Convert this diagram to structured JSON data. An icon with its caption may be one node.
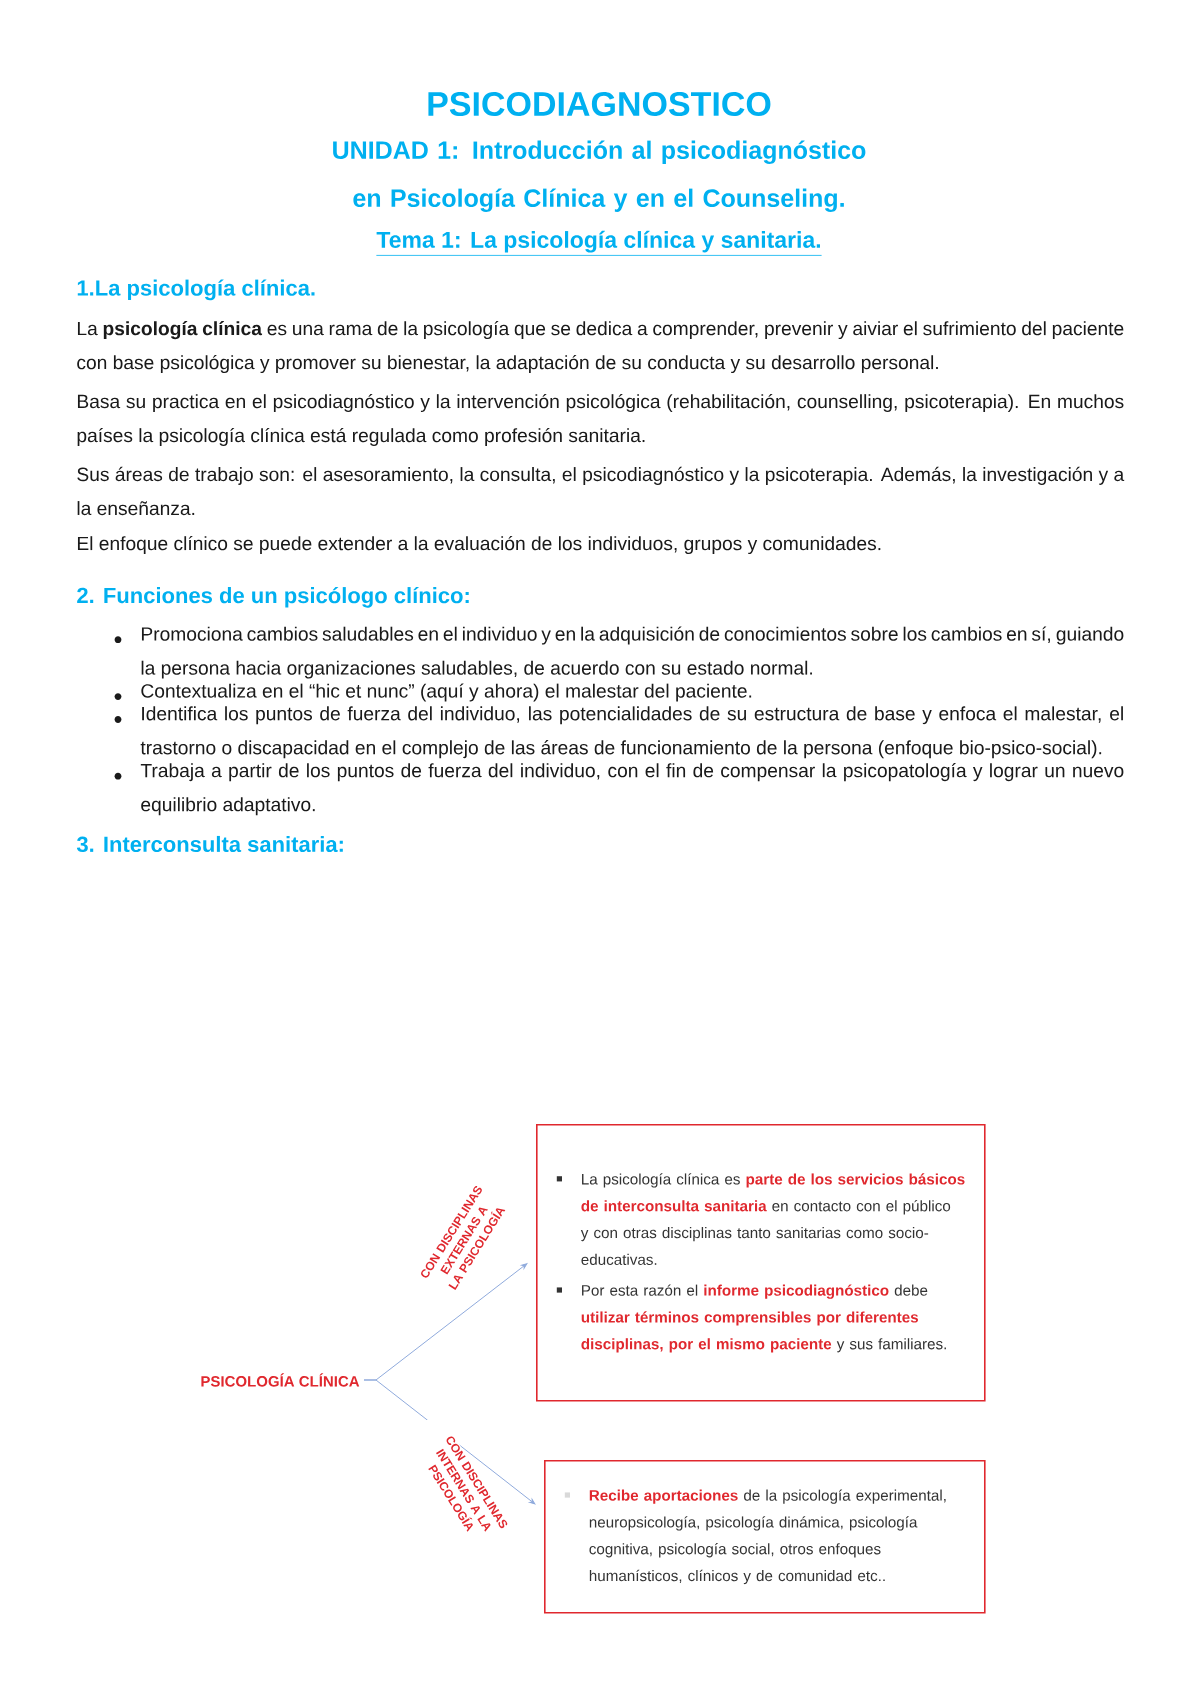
{
  "diagram": {
    "title": "PSICODIAGNOSTICO",
    "nodes": [
      {
        "text": [
          "PSICOLOGÍA CLÍNICA"
        ]
      },
      {
        "text": [
          "La psicología clínica es **parte de los servicios básicos de interconsulta sanitaria** en contacto con el público y con otras disciplinas tanto sanitarias como socio-educativas.",
          "Por esta razón el **informe psicodiagnóstico** debe **utilizar términos comprensibles por diferentes disciplinas, por el mismo paciente** y sus familiares."
        ]
      },
      {
        "text": [
          "**Recibe aportaciones** de la psicología experimental, neuropsicología, psicología dinámica, psicología cognitiva, psicología social, otros enfoques humanísticos, clínicos y de comunidad etc.."
        ]
      }
    ],
    "edges": [
      {
        "from": 0,
        "to": 1,
        "arrow": "to",
        "label": "CON DISCIPLINAS EXTERNAS A LA PSICOLOGÍA"
      },
      {
        "from": 0,
        "to": 2,
        "arrow": "to",
        "label": "CON DISCIPLINAS INTERNAS A LA PSICOLOGÍA"
      }
    ],
    "labels": [
      "UNIDAD 1: Introducción al psicodiagnóstico en Psicología Clínica y en el Counseling.",
      "Tema 1: La psicología clínica y sanitaria.",
      "1.La psicología clínica.",
      "La **psicología clínica** es una rama de la psicología que se dedica a comprender, prevenir y aiviar el sufrimiento del paciente con base psicológica y promover su bienestar, la adaptación de su conducta y su desarrollo personal.",
      "Basa su practica en el psicodiagnóstico y la intervención psicológica (rehabilitación, counselling, psicoterapia). En muchos países la psicología clínica está regulada como profesión sanitaria.",
      "Sus áreas de trabajo son: el asesoramiento, la consulta, el psicodiagnóstico y la psicoterapia. Además, la investigación y a la enseñanza.",
      "El enfoque clínico se puede extender a la evaluación de los individuos, grupos y comunidades.",
      "2. Funciones de un psicólogo clínico:",
      "Promociona cambios saludables en el individuo y en la adquisición de conocimientos sobre los cambios en sí, guiando la persona hacia organizaciones saludables, de acuerdo con su estado normal.",
      "Contextualiza en el “hic et nunc” (aquí y ahora) el malestar del paciente.",
      "Identifica los puntos de fuerza del individuo, las potencialidades de su estructura de base y enfoca el malestar, el trastorno o discapacidad en el complejo de las áreas de funcionamiento de la persona (enfoque bio-psico-social).",
      "Trabaja a partir de los puntos de fuerza del individuo, con el fin de compensar la psicopatología y lograr un nuevo equilibrio adaptativo.",
      "3. Interconsulta sanitaria:"
    ]
  }
}
